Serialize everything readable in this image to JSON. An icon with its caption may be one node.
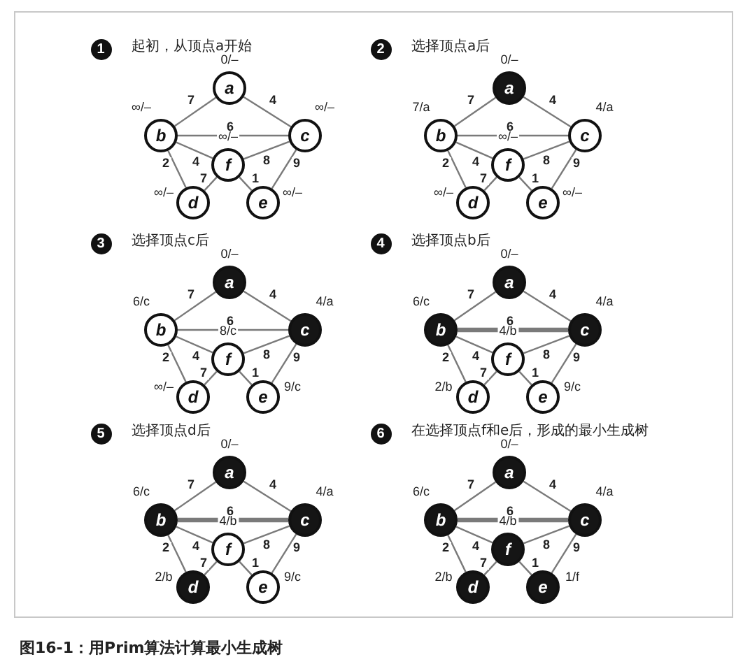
{
  "diagram": {
    "caption": "图16-1：用Prim算法计算最小生成树",
    "nodes": [
      {
        "text": [
          "1"
        ]
      },
      {
        "text": [
          "a"
        ],
        "beside": [
          "0/–"
        ]
      },
      {
        "text": [
          "b"
        ],
        "beside": [
          "∞/–"
        ]
      },
      {
        "text": [
          "c"
        ],
        "beside": [
          "∞/–"
        ]
      },
      {
        "text": [
          "f"
        ],
        "beside": [
          "∞/–"
        ]
      },
      {
        "text": [
          "d"
        ],
        "beside": [
          "∞/–"
        ]
      },
      {
        "text": [
          "e"
        ],
        "beside": [
          "∞/–"
        ]
      },
      {
        "text": [
          "2"
        ]
      },
      {
        "text": [
          "a"
        ],
        "beside": [
          "0/–"
        ]
      },
      {
        "text": [
          "b"
        ],
        "beside": [
          "7/a"
        ]
      },
      {
        "text": [
          "c"
        ],
        "beside": [
          "4/a"
        ]
      },
      {
        "text": [
          "f"
        ],
        "beside": [
          "∞/–"
        ]
      },
      {
        "text": [
          "d"
        ],
        "beside": [
          "∞/–"
        ]
      },
      {
        "text": [
          "e"
        ],
        "beside": [
          "∞/–"
        ]
      },
      {
        "text": [
          "3"
        ]
      },
      {
        "text": [
          "a"
        ],
        "beside": [
          "0/–"
        ]
      },
      {
        "text": [
          "b"
        ],
        "beside": [
          "6/c"
        ]
      },
      {
        "text": [
          "c"
        ],
        "beside": [
          "4/a"
        ]
      },
      {
        "text": [
          "f"
        ],
        "beside": [
          "8/c"
        ]
      },
      {
        "text": [
          "d"
        ],
        "beside": [
          "∞/–"
        ]
      },
      {
        "text": [
          "e"
        ],
        "beside": [
          "9/c"
        ]
      },
      {
        "text": [
          "4"
        ]
      },
      {
        "text": [
          "a"
        ],
        "beside": [
          "0/–"
        ]
      },
      {
        "text": [
          "b"
        ],
        "beside": [
          "6/c"
        ]
      },
      {
        "text": [
          "c"
        ],
        "beside": [
          "4/a"
        ]
      },
      {
        "text": [
          "f"
        ],
        "beside": [
          "4/b"
        ]
      },
      {
        "text": [
          "d"
        ],
        "beside": [
          "2/b"
        ]
      },
      {
        "text": [
          "e"
        ],
        "beside": [
          "9/c"
        ]
      },
      {
        "text": [
          "5"
        ]
      },
      {
        "text": [
          "a"
        ],
        "beside": [
          "0/–"
        ]
      },
      {
        "text": [
          "b"
        ],
        "beside": [
          "6/c"
        ]
      },
      {
        "text": [
          "c"
        ],
        "beside": [
          "4/a"
        ]
      },
      {
        "text": [
          "f"
        ],
        "beside": [
          "4/b"
        ]
      },
      {
        "text": [
          "d"
        ],
        "beside": [
          "2/b"
        ]
      },
      {
        "text": [
          "e"
        ],
        "beside": [
          "9/c"
        ]
      },
      {
        "text": [
          "6"
        ]
      },
      {
        "text": [
          "a"
        ],
        "beside": [
          "0/–"
        ]
      },
      {
        "text": [
          "b"
        ],
        "beside": [
          "6/c"
        ]
      },
      {
        "text": [
          "c"
        ],
        "beside": [
          "4/a"
        ]
      },
      {
        "text": [
          "f"
        ],
        "beside": [
          "4/b"
        ]
      },
      {
        "text": [
          "d"
        ],
        "beside": [
          "2/b"
        ]
      },
      {
        "text": [
          "e"
        ],
        "beside": [
          "1/f"
        ]
      }
    ],
    "edges": [
      {
        "from": 1,
        "to": 2,
        "arrow": "none",
        "label": "7"
      },
      {
        "from": 1,
        "to": 3,
        "arrow": "none",
        "label": "4"
      },
      {
        "from": 2,
        "to": 3,
        "arrow": "none",
        "label": "6"
      },
      {
        "from": 2,
        "to": 4,
        "arrow": "none",
        "label": "4"
      },
      {
        "from": 2,
        "to": 5,
        "arrow": "none",
        "label": "2"
      },
      {
        "from": 3,
        "to": 4,
        "arrow": "none",
        "label": "8"
      },
      {
        "from": 3,
        "to": 6,
        "arrow": "none",
        "label": "9"
      },
      {
        "from": 4,
        "to": 5,
        "arrow": "none",
        "label": "7"
      },
      {
        "from": 4,
        "to": 6,
        "arrow": "none",
        "label": "1"
      },
      {
        "from": 8,
        "to": 9,
        "arrow": "none",
        "label": "7"
      },
      {
        "from": 8,
        "to": 10,
        "arrow": "none",
        "label": "4"
      },
      {
        "from": 9,
        "to": 10,
        "arrow": "none",
        "label": "6"
      },
      {
        "from": 9,
        "to": 11,
        "arrow": "none",
        "label": "4"
      },
      {
        "from": 9,
        "to": 12,
        "arrow": "none",
        "label": "2"
      },
      {
        "from": 10,
        "to": 11,
        "arrow": "none",
        "label": "8"
      },
      {
        "from": 10,
        "to": 13,
        "arrow": "none",
        "label": "9"
      },
      {
        "from": 11,
        "to": 12,
        "arrow": "none",
        "label": "7"
      },
      {
        "from": 11,
        "to": 13,
        "arrow": "none",
        "label": "1"
      },
      {
        "from": 15,
        "to": 16,
        "arrow": "none",
        "label": "7"
      },
      {
        "from": 15,
        "to": 17,
        "arrow": "none",
        "label": "4"
      },
      {
        "from": 16,
        "to": 17,
        "arrow": "none",
        "label": "6"
      },
      {
        "from": 16,
        "to": 18,
        "arrow": "none",
        "label": "4"
      },
      {
        "from": 16,
        "to": 19,
        "arrow": "none",
        "label": "2"
      },
      {
        "from": 17,
        "to": 18,
        "arrow": "none",
        "label": "8"
      },
      {
        "from": 17,
        "to": 20,
        "arrow": "none",
        "label": "9"
      },
      {
        "from": 18,
        "to": 19,
        "arrow": "none",
        "label": "7"
      },
      {
        "from": 18,
        "to": 20,
        "arrow": "none",
        "label": "1"
      },
      {
        "from": 22,
        "to": 23,
        "arrow": "none",
        "label": "7"
      },
      {
        "from": 22,
        "to": 24,
        "arrow": "none",
        "label": "4"
      },
      {
        "from": 23,
        "to": 24,
        "arrow": "none",
        "label": "6",
        "style": "thick"
      },
      {
        "from": 23,
        "to": 25,
        "arrow": "none",
        "label": "4"
      },
      {
        "from": 23,
        "to": 26,
        "arrow": "none",
        "label": "2"
      },
      {
        "from": 24,
        "to": 25,
        "arrow": "none",
        "label": "8"
      },
      {
        "from": 24,
        "to": 27,
        "arrow": "none",
        "label": "9"
      },
      {
        "from": 25,
        "to": 26,
        "arrow": "none",
        "label": "7"
      },
      {
        "from": 25,
        "to": 27,
        "arrow": "none",
        "label": "1"
      },
      {
        "from": 29,
        "to": 30,
        "arrow": "none",
        "label": "7"
      },
      {
        "from": 29,
        "to": 31,
        "arrow": "none",
        "label": "4"
      },
      {
        "from": 30,
        "to": 31,
        "arrow": "none",
        "label": "6",
        "style": "thick"
      },
      {
        "from": 30,
        "to": 32,
        "arrow": "none",
        "label": "4"
      },
      {
        "from": 30,
        "to": 33,
        "arrow": "none",
        "label": "2"
      },
      {
        "from": 31,
        "to": 32,
        "arrow": "none",
        "label": "8"
      },
      {
        "from": 31,
        "to": 34,
        "arrow": "none",
        "label": "9"
      },
      {
        "from": 32,
        "to": 33,
        "arrow": "none",
        "label": "7"
      },
      {
        "from": 32,
        "to": 34,
        "arrow": "none",
        "label": "1"
      },
      {
        "from": 36,
        "to": 37,
        "arrow": "none",
        "label": "7"
      },
      {
        "from": 36,
        "to": 38,
        "arrow": "none",
        "label": "4"
      },
      {
        "from": 37,
        "to": 38,
        "arrow": "none",
        "label": "6",
        "style": "thick"
      },
      {
        "from": 37,
        "to": 39,
        "arrow": "none",
        "label": "4"
      },
      {
        "from": 37,
        "to": 40,
        "arrow": "none",
        "label": "2"
      },
      {
        "from": 38,
        "to": 39,
        "arrow": "none",
        "label": "8"
      },
      {
        "from": 38,
        "to": 41,
        "arrow": "none",
        "label": "9"
      },
      {
        "from": 39,
        "to": 40,
        "arrow": "none",
        "label": "7"
      },
      {
        "from": 39,
        "to": 41,
        "arrow": "none",
        "label": "1"
      }
    ],
    "labels": [
      "起初，从顶点a开始",
      "选择顶点a后",
      "选择顶点c后",
      "选择顶点b后",
      "选择顶点d后",
      "在选择顶点f和e后，形成的最小生成树"
    ]
  }
}
